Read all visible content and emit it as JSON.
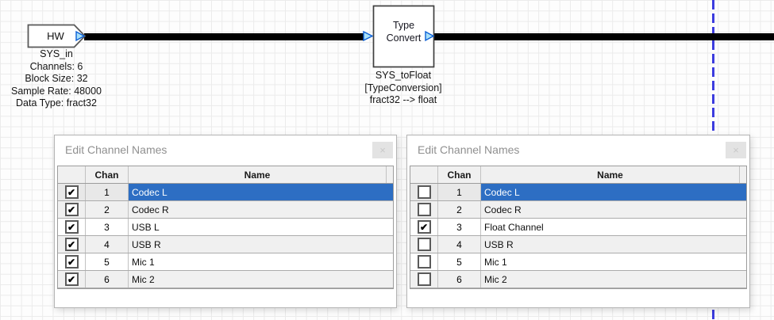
{
  "canvas": {
    "hw_block": {
      "label": "HW",
      "caption_lines": [
        "SYS_in",
        "Channels: 6",
        "Block Size: 32",
        "Sample Rate: 48000",
        "Data Type: fract32"
      ]
    },
    "type_convert_block": {
      "label_lines": [
        "Type",
        "Convert"
      ],
      "caption_lines": [
        "SYS_toFloat",
        "[TypeConversion]",
        "fract32 --> float"
      ]
    }
  },
  "dialog_left": {
    "title": "Edit Channel Names",
    "close_glyph": "×",
    "columns": {
      "chan": "Chan",
      "name": "Name"
    },
    "rows": [
      {
        "chan": "1",
        "name": "Codec L",
        "check": "✔",
        "selected": true
      },
      {
        "chan": "2",
        "name": "Codec R",
        "check": "✔",
        "selected": false
      },
      {
        "chan": "3",
        "name": "USB L",
        "check": "✔",
        "selected": false
      },
      {
        "chan": "4",
        "name": "USB R",
        "check": "✔",
        "selected": false
      },
      {
        "chan": "5",
        "name": "Mic 1",
        "check": "✔",
        "selected": false
      },
      {
        "chan": "6",
        "name": "Mic 2",
        "check": "✔",
        "selected": false
      }
    ]
  },
  "dialog_right": {
    "title": "Edit Channel Names",
    "close_glyph": "×",
    "columns": {
      "chan": "Chan",
      "name": "Name"
    },
    "rows": [
      {
        "chan": "1",
        "name": "Codec L",
        "check": "",
        "selected": true
      },
      {
        "chan": "2",
        "name": "Codec R",
        "check": "",
        "selected": false
      },
      {
        "chan": "3",
        "name": "Float Channel",
        "check": "✔",
        "selected": false
      },
      {
        "chan": "4",
        "name": "USB R",
        "check": "",
        "selected": false
      },
      {
        "chan": "5",
        "name": "Mic 1",
        "check": "",
        "selected": false
      },
      {
        "chan": "6",
        "name": "Mic 2",
        "check": "",
        "selected": false
      }
    ]
  },
  "colors": {
    "selected_row": "#2d6ec3",
    "wire": "#000000",
    "port_fill": "#a8e0f8",
    "port_stroke": "#0b5fd6",
    "guide_line": "#3c3cdf",
    "grid_line": "#ebebeb"
  }
}
